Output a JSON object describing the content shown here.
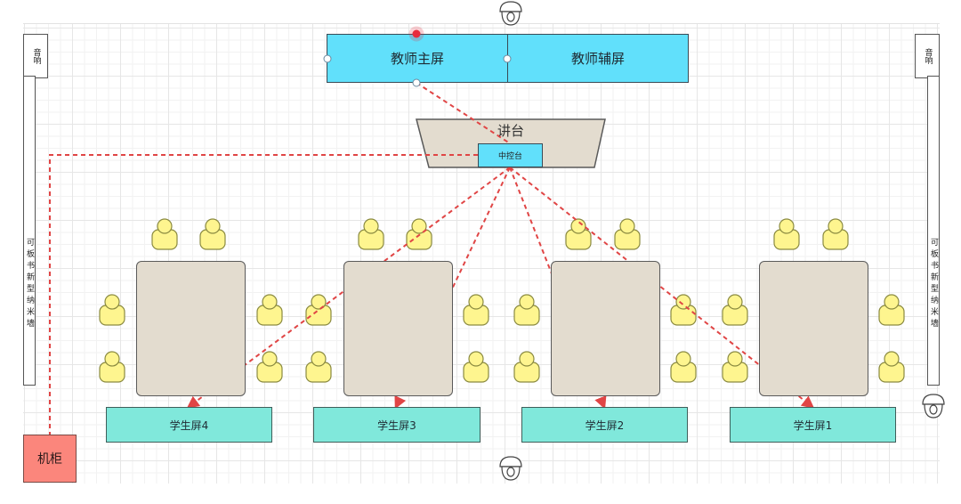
{
  "diagram": {
    "speakers": {
      "left": "音响",
      "right": "音响"
    },
    "walls": {
      "left": "可板书新型纳米墙",
      "right": "可板书新型纳米墙"
    },
    "teacher_screens": {
      "main": "教师主屏",
      "aux": "教师辅屏"
    },
    "podium": {
      "label": "讲台",
      "console": "中控台"
    },
    "student_screens": [
      "学生屏4",
      "学生屏3",
      "学生屏2",
      "学生屏1"
    ],
    "cabinet": "机柜",
    "colors": {
      "teacher_screen": "#61e0fb",
      "student_screen": "#80e8db",
      "cabinet": "#fb867c",
      "table": "#e3dccf",
      "person": "#fef58f",
      "link": "#e04545"
    }
  }
}
